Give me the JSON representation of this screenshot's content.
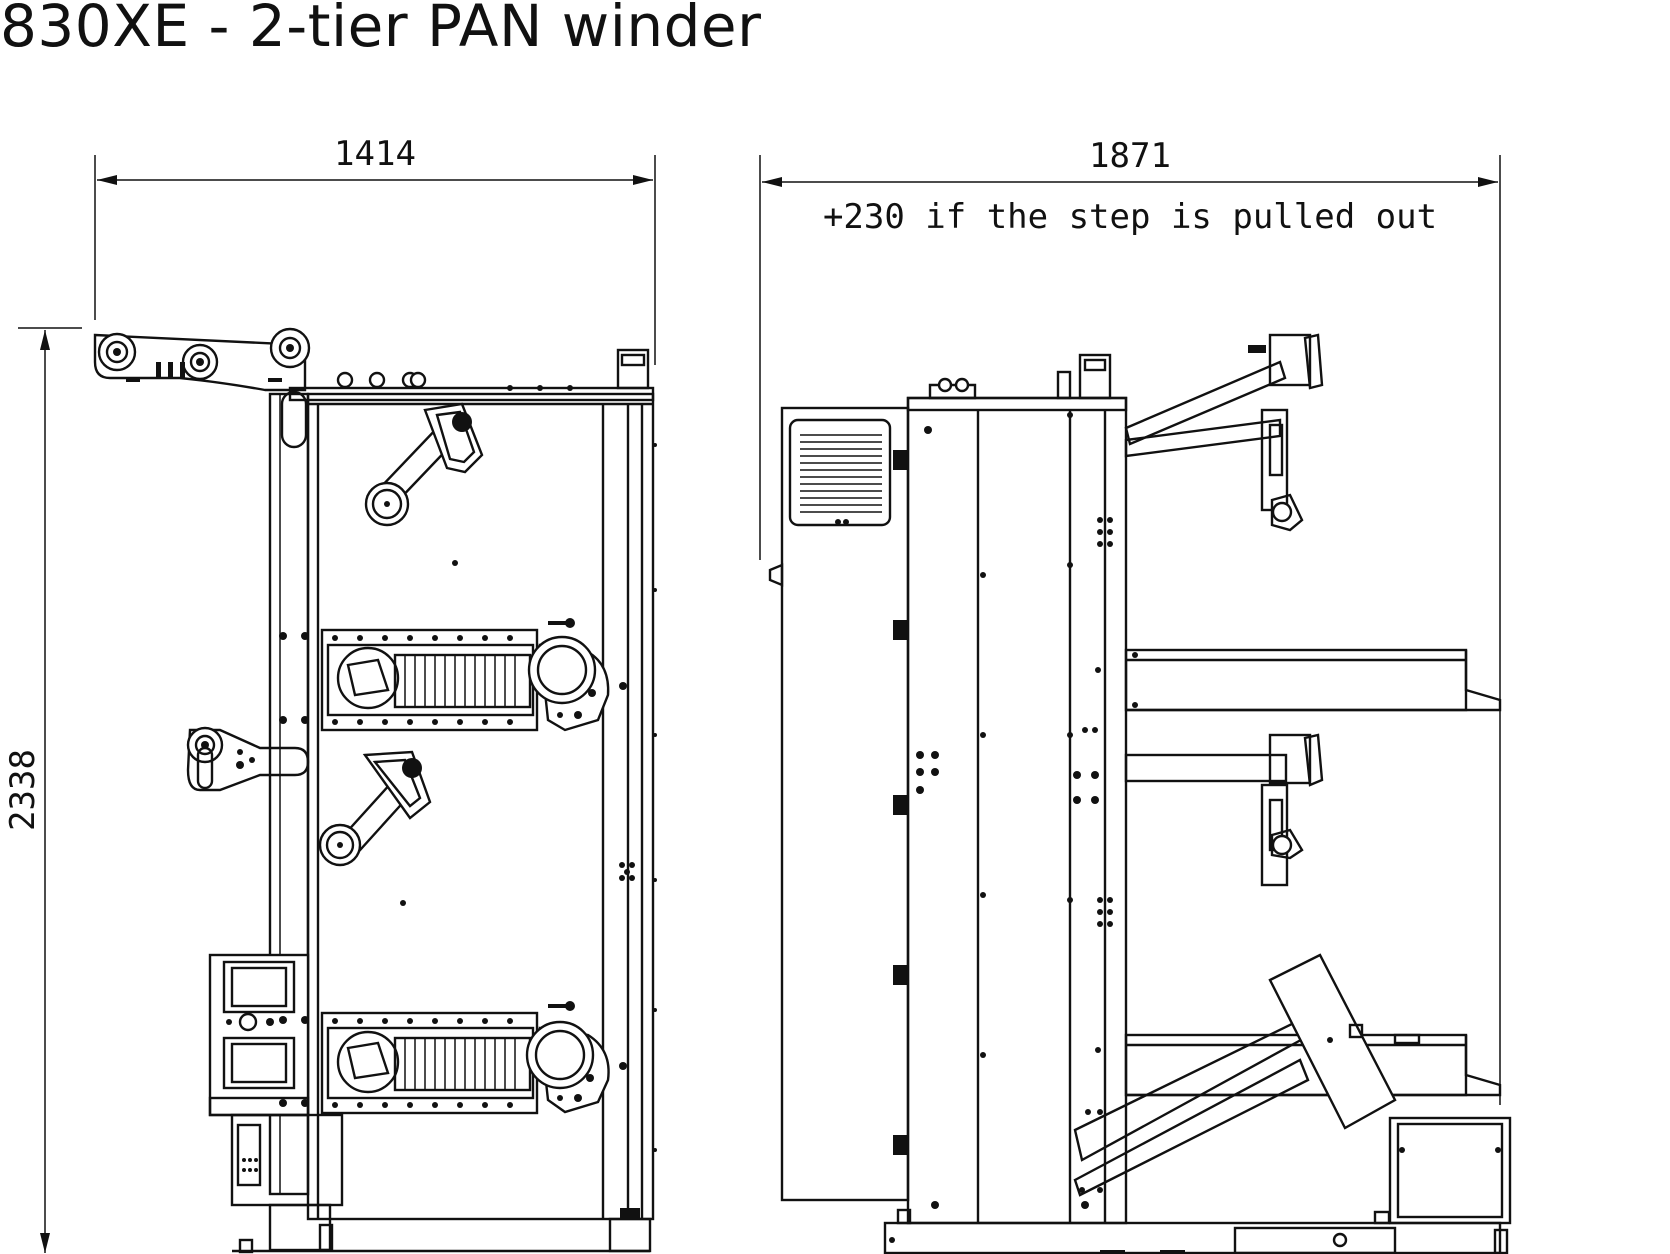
{
  "title": "830XE - 2-tier PAN winder",
  "front_view": {
    "width_dimension": "1414",
    "height_dimension": "2338"
  },
  "side_view": {
    "width_dimension": "1871",
    "width_note": "+230 if the step is pulled out"
  },
  "colors": {
    "line": "#111111",
    "background": "#ffffff"
  }
}
